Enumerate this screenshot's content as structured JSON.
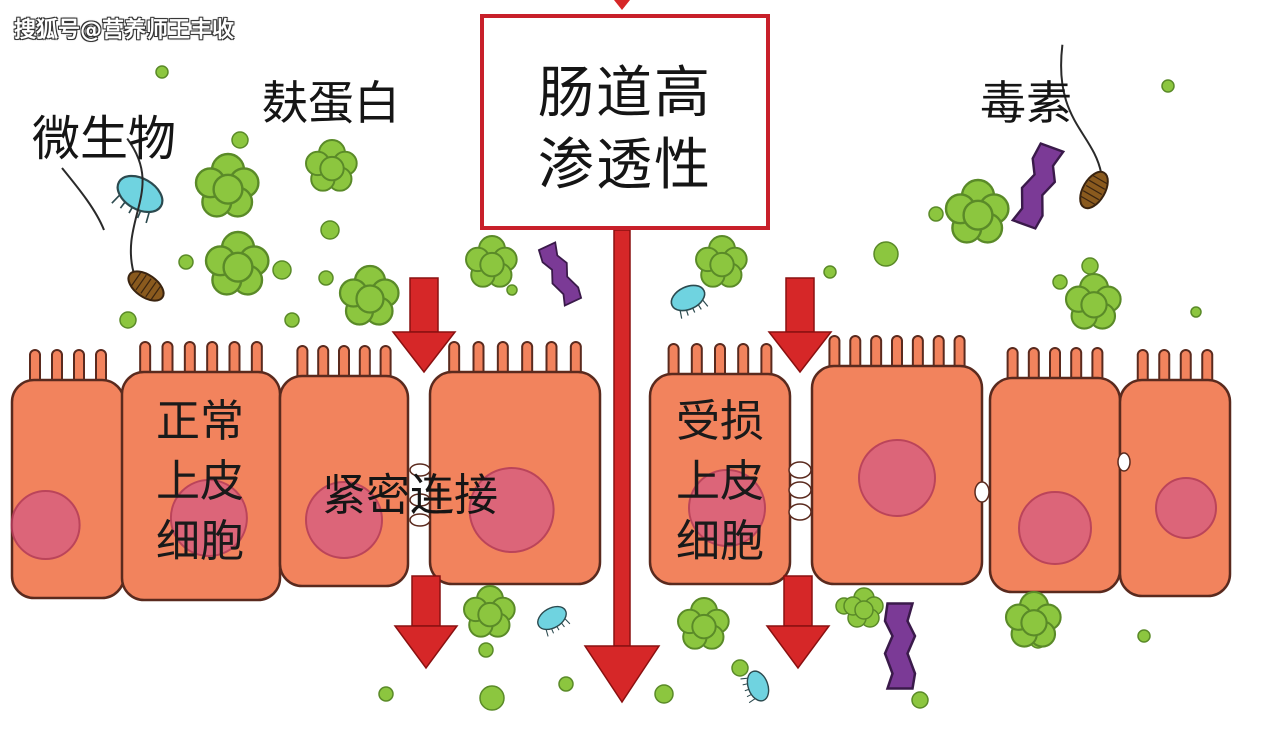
{
  "watermark": "搜狐号@营养师王丰收",
  "title": {
    "line1": "肠道高",
    "line2": "渗透性"
  },
  "labels": {
    "microbe": "微生物",
    "gluten": "麸蛋白",
    "toxin": "毒素",
    "tight_junction": "紧密连接",
    "normal_cells": {
      "line1": "正常",
      "line2": "上皮",
      "line3": "细胞"
    },
    "damaged_cells": {
      "line1": "受损",
      "line2": "上皮",
      "line3": "细胞"
    }
  },
  "colors": {
    "cell_fill": "#f2835d",
    "cell_stroke": "#5a2a1e",
    "nucleus": "#d9607e",
    "arrow": "#d62728",
    "box_border": "#c8202a",
    "particle": "#8cc63f",
    "microbe_body": "#6fd3e0",
    "toxin": "#7b3a96",
    "bacterium": "#8a5a1e"
  }
}
